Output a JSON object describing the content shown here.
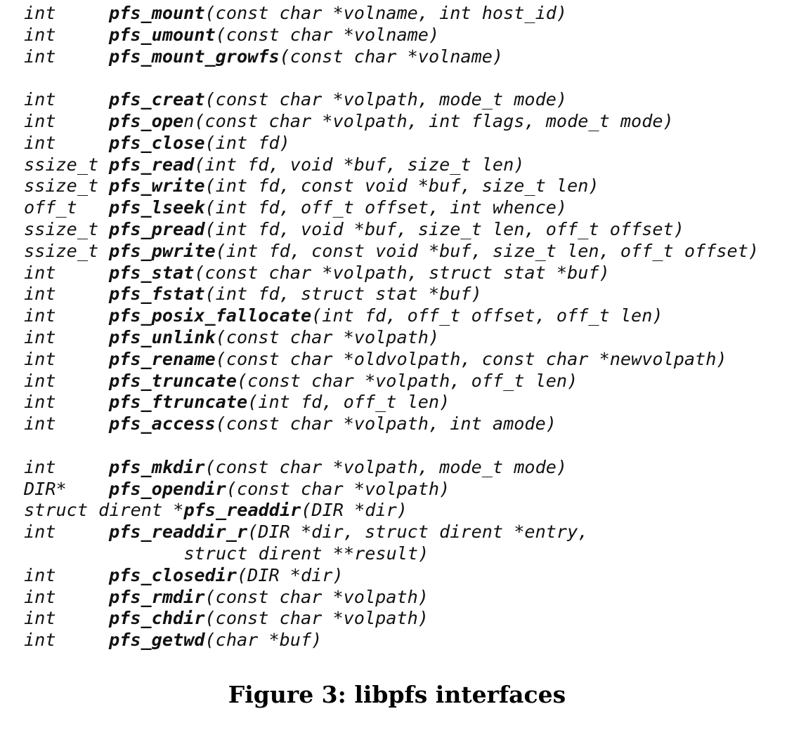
{
  "listing": {
    "groups": [
      [
        {
          "ret": "int",
          "name": "pfs_mount",
          "args": "(const char *volname, int host_id)"
        },
        {
          "ret": "int",
          "name": "pfs_umount",
          "args": "(const char *volname)"
        },
        {
          "ret": "int",
          "name": "pfs_mount_growfs",
          "args": "(const char *volname)"
        }
      ],
      [
        {
          "ret": "int",
          "name": "pfs_creat",
          "args": "(const char *volpath, mode_t mode)"
        },
        {
          "ret": "int",
          "name": "pfs_ope",
          "name_tail": "n",
          "args": "(const char *volpath, int flags, mode_t mode)"
        },
        {
          "ret": "int",
          "name": "pfs_close",
          "args": "(int fd)"
        },
        {
          "ret": "ssize_t",
          "name": "pfs_read",
          "args": "(int fd, void *buf, size_t len)"
        },
        {
          "ret": "ssize_t",
          "name": "pfs_write",
          "args": "(int fd, const void *buf, size_t len)"
        },
        {
          "ret": "off_t",
          "name": "pfs_lseek",
          "args": "(int fd, off_t offset, int whence)"
        },
        {
          "ret": "ssize_t",
          "name": "pfs_pread",
          "args": "(int fd, void *buf, size_t len, off_t offset)"
        },
        {
          "ret": "ssize_t",
          "name": "pfs_pwrite",
          "args": "(int fd, const void *buf, size_t len, off_t offset)"
        },
        {
          "ret": "int",
          "name": "pfs_stat",
          "args": "(const char *volpath, struct stat *buf)"
        },
        {
          "ret": "int",
          "name": "pfs_fstat",
          "args": "(int fd, struct stat *buf)"
        },
        {
          "ret": "int",
          "name": "pfs_posix_fallocate",
          "args": "(int fd, off_t offset, off_t len)"
        },
        {
          "ret": "int",
          "name": "pfs_unlink",
          "args": "(const char *volpath)"
        },
        {
          "ret": "int",
          "name": "pfs_rename",
          "args": "(const char *oldvolpath, const char *newvolpath)"
        },
        {
          "ret": "int",
          "name": "pfs_truncate",
          "args": "(const char *volpath, off_t len)"
        },
        {
          "ret": "int",
          "name": "pfs_ftruncate",
          "args": "(int fd, off_t len)"
        },
        {
          "ret": "int",
          "name": "pfs_access",
          "args": "(const char *volpath, int amode)"
        }
      ],
      [
        {
          "ret": "int",
          "name": "pfs_mkdir",
          "args": "(const char *volpath, mode_t mode)"
        },
        {
          "ret": "DIR*",
          "name": "pfs_opendir",
          "args": "(const char *volpath)"
        },
        {
          "ret_inline": "struct dirent *",
          "name": "pfs_readdir",
          "args": "(DIR *dir)"
        },
        {
          "ret": "int",
          "name": "pfs_readdir_r",
          "args": "(DIR *dir, struct dirent *entry,",
          "continuation": "               struct dirent **result)"
        },
        {
          "ret": "int",
          "name": "pfs_closedir",
          "args": "(DIR *dir)"
        },
        {
          "ret": "int",
          "name": "pfs_rmdir",
          "args": "(const char *volpath)"
        },
        {
          "ret": "int",
          "name": "pfs_chdir",
          "args": "(const char *volpath)"
        },
        {
          "ret": "int",
          "name": "pfs_getwd",
          "args": "(char *buf)"
        }
      ]
    ]
  },
  "caption": "Figure 3: libpfs interfaces"
}
